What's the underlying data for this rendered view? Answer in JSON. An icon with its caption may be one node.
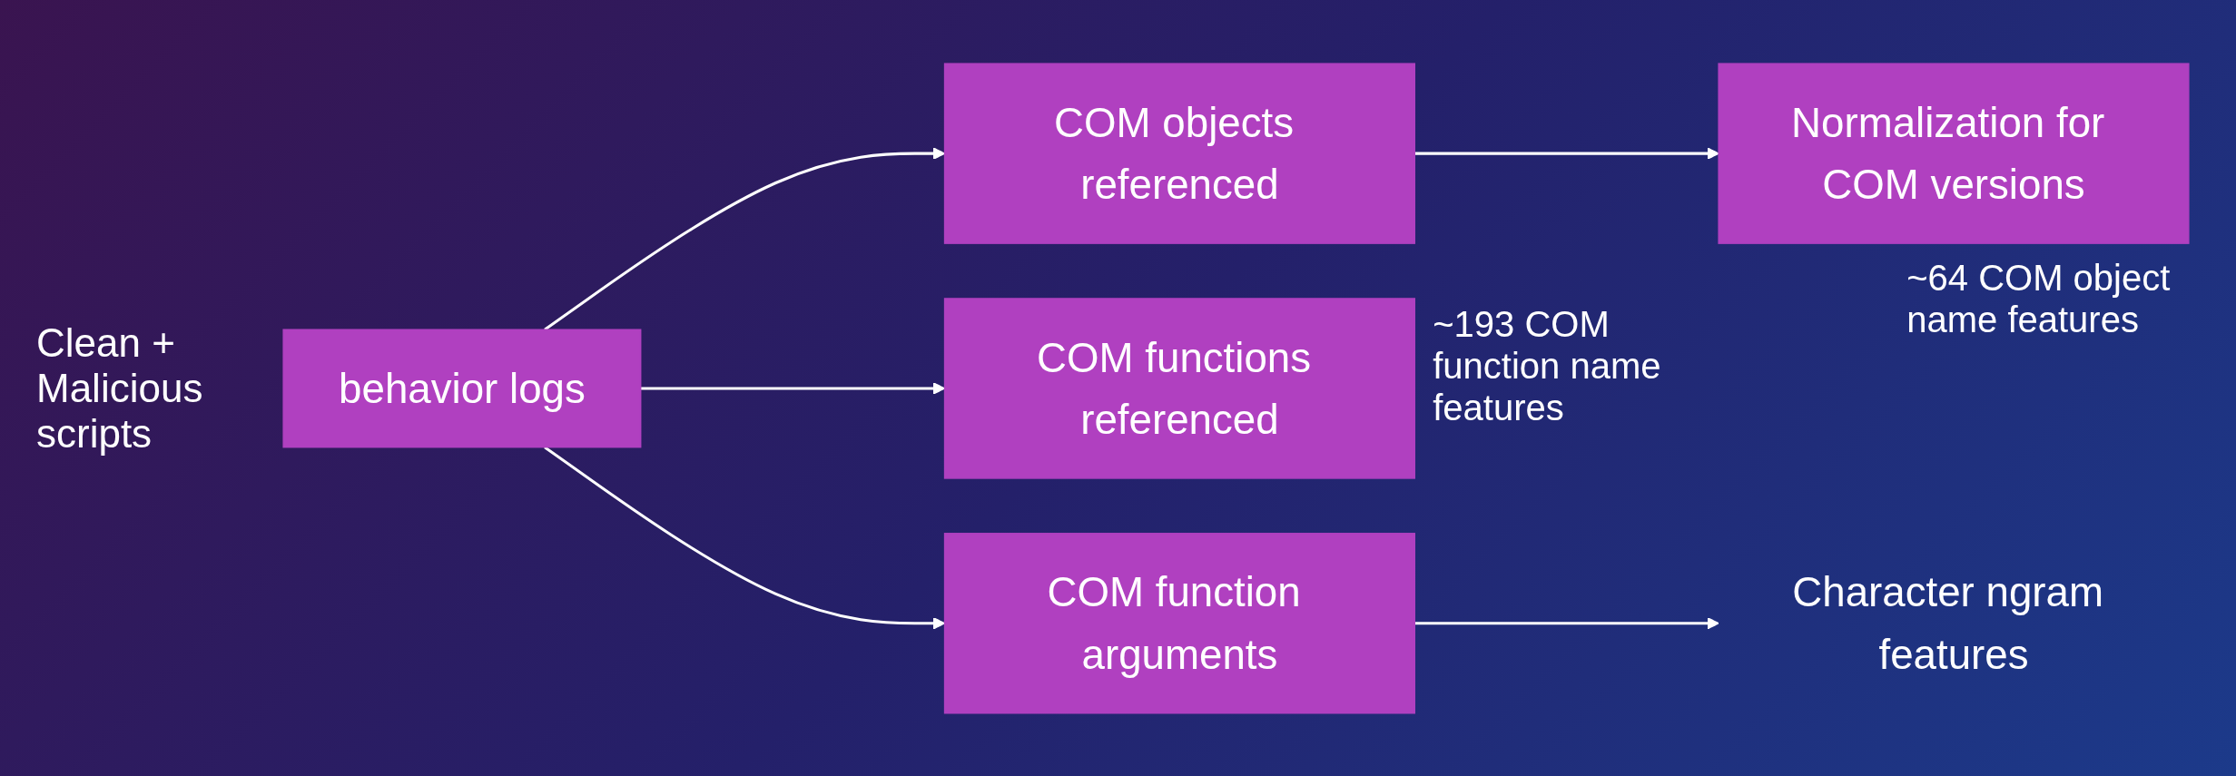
{
  "diagram": {
    "nodes": [
      {
        "text": [
          "behavior logs"
        ]
      },
      {
        "text": [
          "COM objects referenced"
        ]
      },
      {
        "text": [
          "Normalization for COM versions"
        ],
        "beside": [
          "~64 COM object name features"
        ]
      },
      {
        "text": [
          "COM functions referenced"
        ],
        "beside": [
          "~193 COM function name features"
        ]
      },
      {
        "text": [
          "COM function arguments"
        ]
      },
      {
        "text": [
          "Character ngram features"
        ]
      }
    ],
    "edges": [
      {
        "from": 0,
        "to": 1,
        "arrow": "to"
      },
      {
        "from": 0,
        "to": 3,
        "arrow": "to"
      },
      {
        "from": 0,
        "to": 4,
        "arrow": "to"
      },
      {
        "from": 1,
        "to": 2,
        "arrow": "to"
      },
      {
        "from": 4,
        "to": 5,
        "arrow": "to"
      }
    ],
    "labels": [
      "Clean + Malicious scripts"
    ]
  }
}
